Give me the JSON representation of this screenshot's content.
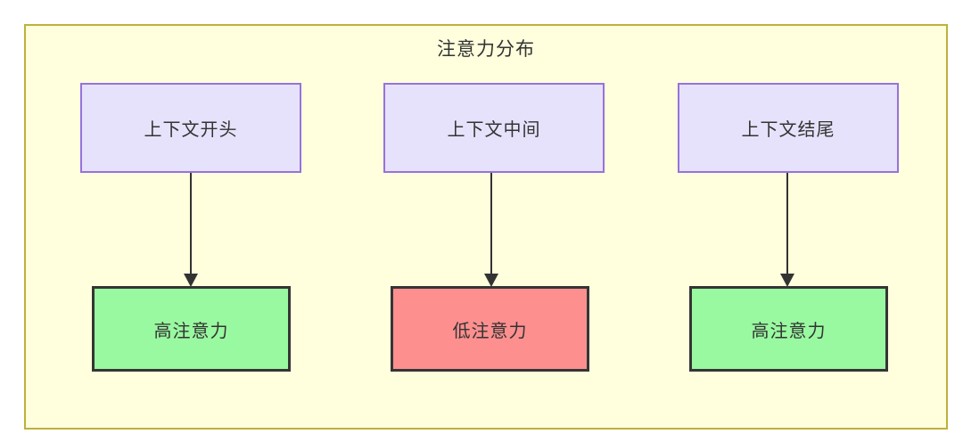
{
  "diagram": {
    "title": "注意力分布",
    "nodes": {
      "context_start": {
        "label": "上下文开头"
      },
      "context_middle": {
        "label": "上下文中间"
      },
      "context_end": {
        "label": "上下文结尾"
      },
      "attention_start": {
        "label": "高注意力"
      },
      "attention_middle": {
        "label": "低注意力"
      },
      "attention_end": {
        "label": "高注意力"
      }
    },
    "edges": [
      {
        "from": "上下文开头",
        "to": "高注意力",
        "arrow": "down-arrow"
      },
      {
        "from": "上下文中间",
        "to": "低注意力",
        "arrow": "down-arrow"
      },
      {
        "from": "上下文结尾",
        "to": "高注意力",
        "arrow": "down-arrow"
      }
    ],
    "colors": {
      "container_fill": "#ffffdd",
      "container_border": "#bdb13c",
      "context_fill": "#e7e2fb",
      "context_border": "#9672dd",
      "high_attention_fill": "#99f9a0",
      "low_attention_fill": "#fd8f8f",
      "node_border_dark": "#353535",
      "text": "#333333",
      "edge": "#333333"
    }
  }
}
